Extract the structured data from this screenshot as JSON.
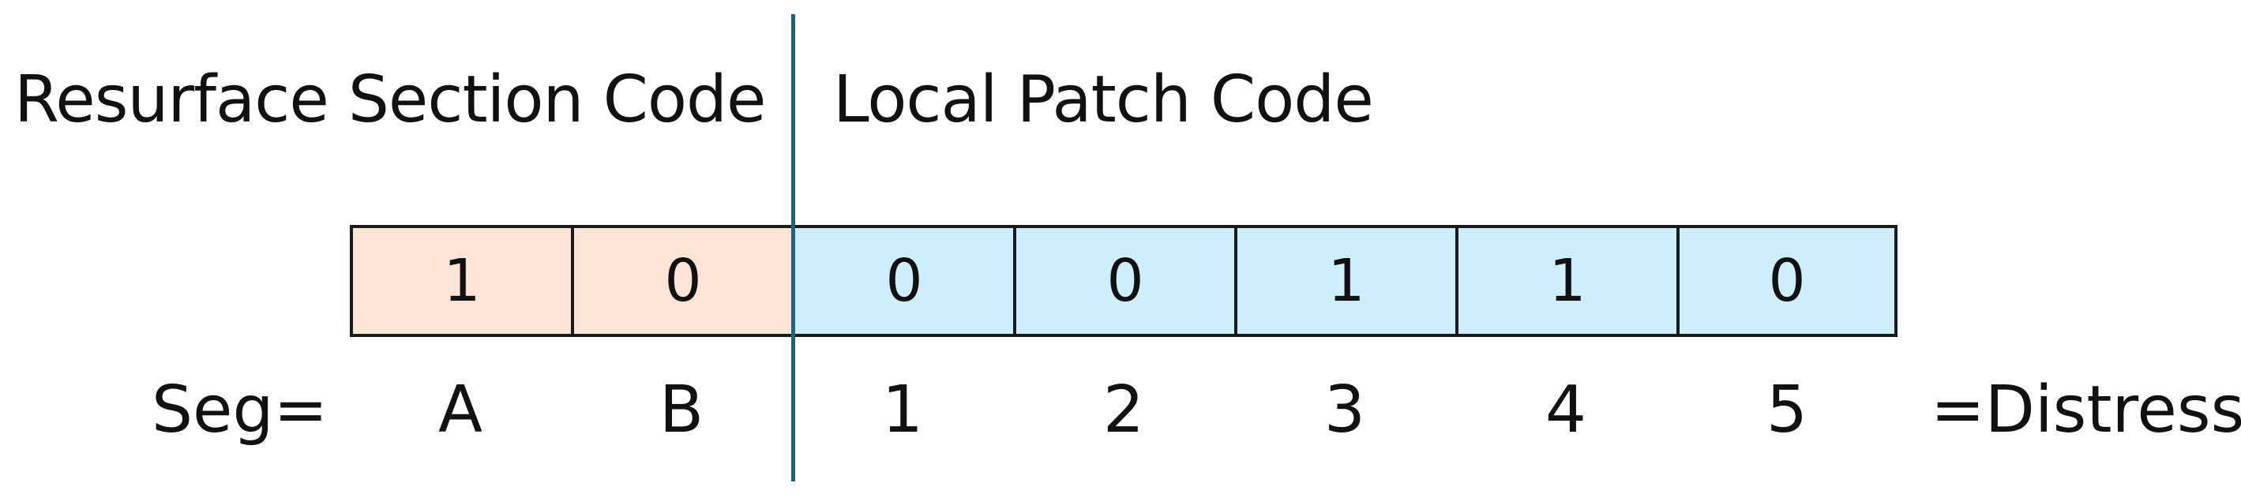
{
  "headings": {
    "resurface": "Resurface Section Code",
    "local_patch": "Local Patch Code"
  },
  "row_prefix": "Seg=",
  "row_suffix": "=Distress",
  "colors": {
    "resurface_fill": "#fbe3d6",
    "local_patch_fill": "#cdeefa",
    "divider": "#1f5f7f"
  },
  "cells": [
    {
      "value": "1",
      "segment": "A",
      "group": "resurface"
    },
    {
      "value": "0",
      "segment": "B",
      "group": "resurface"
    },
    {
      "value": "0",
      "segment": "1",
      "group": "local_patch"
    },
    {
      "value": "0",
      "segment": "2",
      "group": "local_patch"
    },
    {
      "value": "1",
      "segment": "3",
      "group": "local_patch"
    },
    {
      "value": "1",
      "segment": "4",
      "group": "local_patch"
    },
    {
      "value": "0",
      "segment": "5",
      "group": "local_patch"
    }
  ]
}
